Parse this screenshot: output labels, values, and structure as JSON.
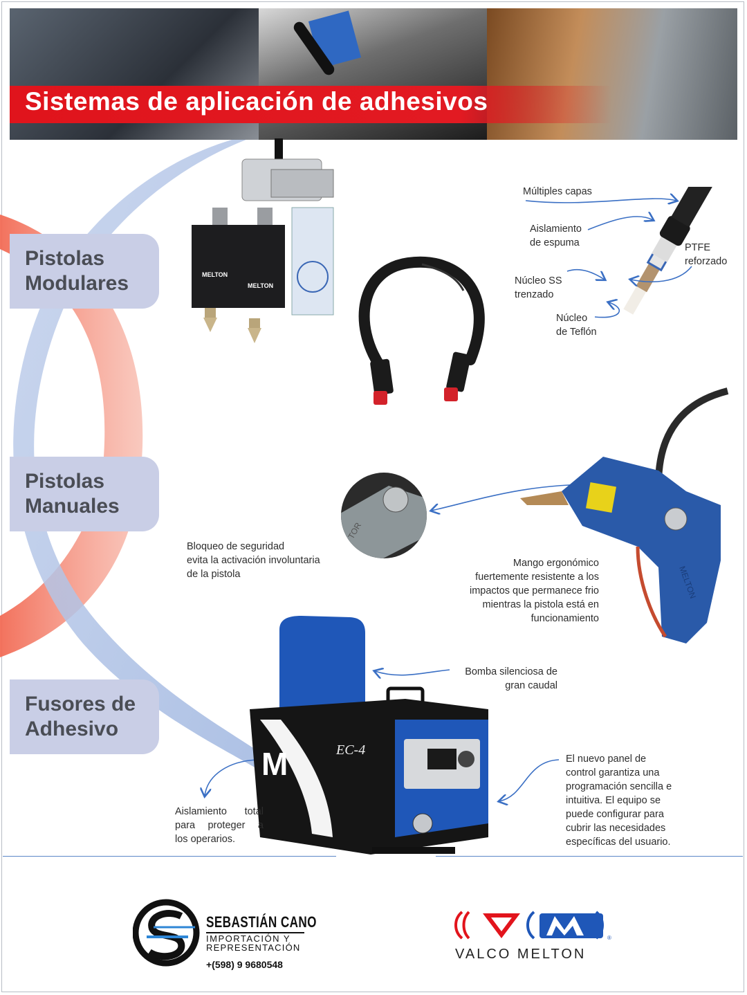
{
  "title": "Sistemas de aplicación de adhesivos",
  "sections": [
    {
      "line1": "Pistolas",
      "line2": "Modulares"
    },
    {
      "line1": "Pistolas",
      "line2": "Manuales"
    },
    {
      "line1": "Fusores de",
      "line2": "Adhesivo"
    }
  ],
  "callouts": {
    "hose": {
      "multiples_capas": "Múltiples capas",
      "aislamiento_espuma_1": "Aislamiento",
      "aislamiento_espuma_2": "de espuma",
      "ptfe_1": "PTFE",
      "ptfe_2": "reforzado",
      "nucleo_ss_1": "Núcleo SS",
      "nucleo_ss_2": "trenzado",
      "nucleo_teflon_1": "Núcleo",
      "nucleo_teflon_2": "de Teflón"
    },
    "bloqueo": [
      "Bloqueo de seguridad",
      "evita la activación involuntaria",
      "de la pistola"
    ],
    "mango": [
      "Mango ergonómico",
      "fuertemente resistente a los",
      "impactos que permanece frio",
      "mientras la pistola está en",
      "funcionamiento"
    ],
    "bomba": [
      "Bomba silenciosa de",
      "gran caudal"
    ],
    "panel": [
      "El nuevo panel de",
      "control garantiza una",
      "programación sencilla e",
      "intuitiva. El equipo se",
      "puede configurar para",
      "cubrir las necesidades",
      "específicas del usuario."
    ],
    "aislamiento_total": [
      "Aislamiento total",
      "para proteger a",
      "los operarios."
    ]
  },
  "product_marks": {
    "melton": "MELTON",
    "ec4": "EC-4",
    "m": "M",
    "tor": "TOR"
  },
  "footer": {
    "company_name": "SEBASTIÁN CANO",
    "company_tag1": "IMPORTACIÓN Y",
    "company_tag2": "REPRESENTACIÓN",
    "phone": "+(598) 9 9680548",
    "brand": "VALCO MELTON",
    "brand_logo_letters": "VM",
    "registered": "®"
  },
  "colors": {
    "accent_red": "#e2141c",
    "accent_blue": "#1f57b8",
    "label_bg": "#c9cee6",
    "swoosh_red": "#f4836c",
    "swoosh_blue": "#b9c8e6"
  }
}
